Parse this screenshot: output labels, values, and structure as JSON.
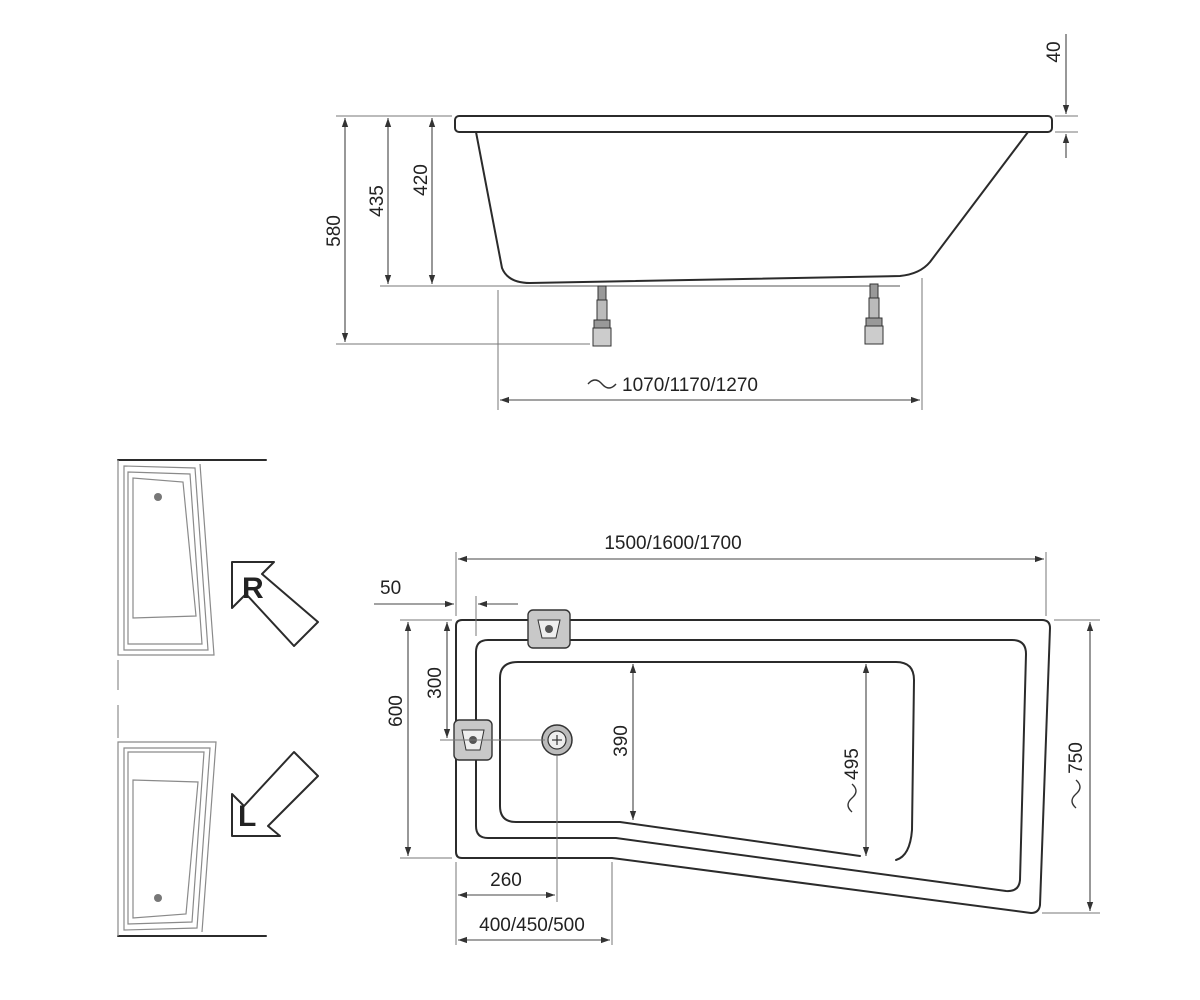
{
  "side_view": {
    "dims": {
      "rim": "40",
      "total_height": "580",
      "mid_height": "435",
      "inner_height": "420",
      "bottom_length": "1070/1170/1270"
    }
  },
  "top_view": {
    "dims": {
      "length": "1500/1600/1700",
      "offset": "50",
      "drain_offset": "300",
      "width_narrow": "600",
      "inner_narrow": "390",
      "inner_wide": "495",
      "width_wide": "750",
      "drain_x": "260",
      "narrow_length": "400/450/500"
    }
  },
  "orientation": {
    "right": "R",
    "left": "L"
  }
}
